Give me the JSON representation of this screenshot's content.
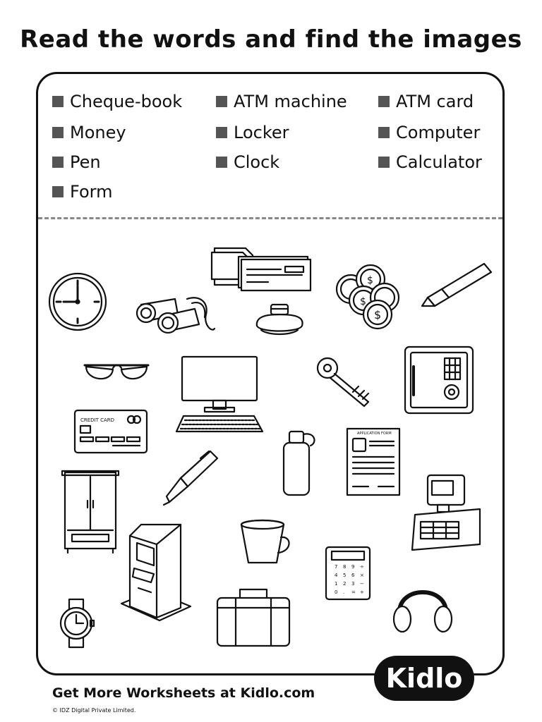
{
  "title": "Read the words and find the images",
  "words": [
    "Cheque-book",
    "ATM machine",
    "ATM card",
    "Money",
    "Locker",
    "Computer",
    "Pen",
    "Clock",
    "Calculator",
    "Form"
  ],
  "card_text": "CREDIT CARD",
  "form_text": "APPLICATION FORM",
  "calc_keys": [
    "7",
    "8",
    "9",
    "÷",
    "4",
    "5",
    "6",
    "×",
    "1",
    "2",
    "3",
    "−",
    "0",
    ".",
    "=",
    "+"
  ],
  "brand": "Kidlo",
  "footer": "Get More Worksheets at Kidlo.com",
  "copyright": "© IDZ Digital Private Limited."
}
